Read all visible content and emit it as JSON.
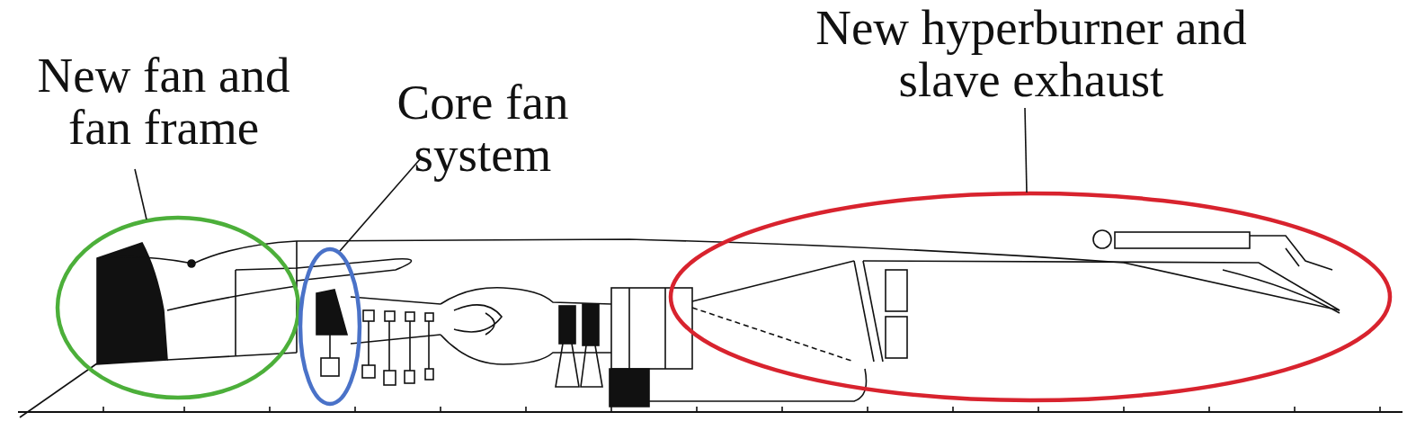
{
  "diagram": {
    "labels": [
      "New fan and fan frame",
      "Core fan system",
      "New hyperburner and slave exhaust"
    ]
  }
}
